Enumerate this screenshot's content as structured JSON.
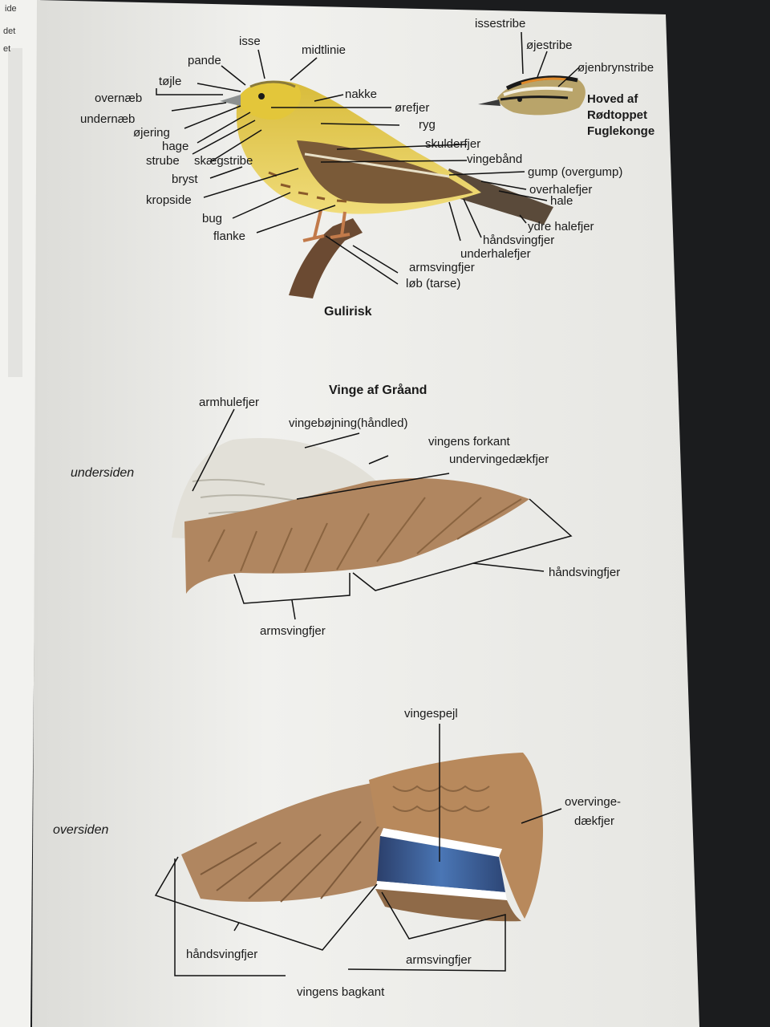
{
  "edge_text": [
    "ide",
    "det",
    "et"
  ],
  "titles": {
    "bird": "Gulirisk",
    "inset_line1": "Hoved af",
    "inset_line2": "Rødtoppet",
    "inset_line3": "Fuglekonge",
    "wing": "Vinge af Gråand"
  },
  "bird_labels": {
    "isse": "isse",
    "midtlinie": "midtlinie",
    "pande": "pande",
    "tojle": "tøjle",
    "nakke": "nakke",
    "overnaeb": "overnæb",
    "orefjer": "ørefjer",
    "undernaeb": "undernæb",
    "ryg": "ryg",
    "ojering": "øjering",
    "hage": "hage",
    "skulderfjer": "skulderfjer",
    "strube": "strube",
    "skaegstribe": "skægstribe",
    "vingebaand": "vingebånd",
    "bryst": "bryst",
    "gump": "gump (overgump)",
    "overhalefjer": "overhalefjer",
    "kropside": "kropside",
    "hale": "hale",
    "bug": "bug",
    "ydre_halefjer": "ydre halefjer",
    "flanke": "flanke",
    "haandsvingfjer": "håndsvingfjer",
    "underhalefjer": "underhalefjer",
    "armsvingfjer": "armsvingfjer",
    "lob": "løb (tarse)"
  },
  "head_labels": {
    "issestribe": "issestribe",
    "ojestribe": "øjestribe",
    "ojenbrynstribe": "øjenbrynstribe"
  },
  "under_labels": {
    "side": "undersiden",
    "armhulefjer": "armhulefjer",
    "vingebojning": "vingebøjning(håndled)",
    "forkant": "vingens forkant",
    "undervingedaekfjer": "undervingedækfjer",
    "haandsvingfjer": "håndsvingfjer",
    "armsvingfjer": "armsvingfjer"
  },
  "upper_labels": {
    "side": "oversiden",
    "vingespejl": "vingespejl",
    "overvinge1": "overvinge-",
    "overvinge2": "dækfjer",
    "haandsvingfjer": "håndsvingfjer",
    "armsvingfjer": "armsvingfjer",
    "bagkant": "vingens bagkant"
  },
  "colors": {
    "page": "#efefec",
    "background": "#1b1c1e",
    "bird_yellow": "#e6c835",
    "wing_brown": "#b08660",
    "speculum_blue": "#3c5f98"
  }
}
